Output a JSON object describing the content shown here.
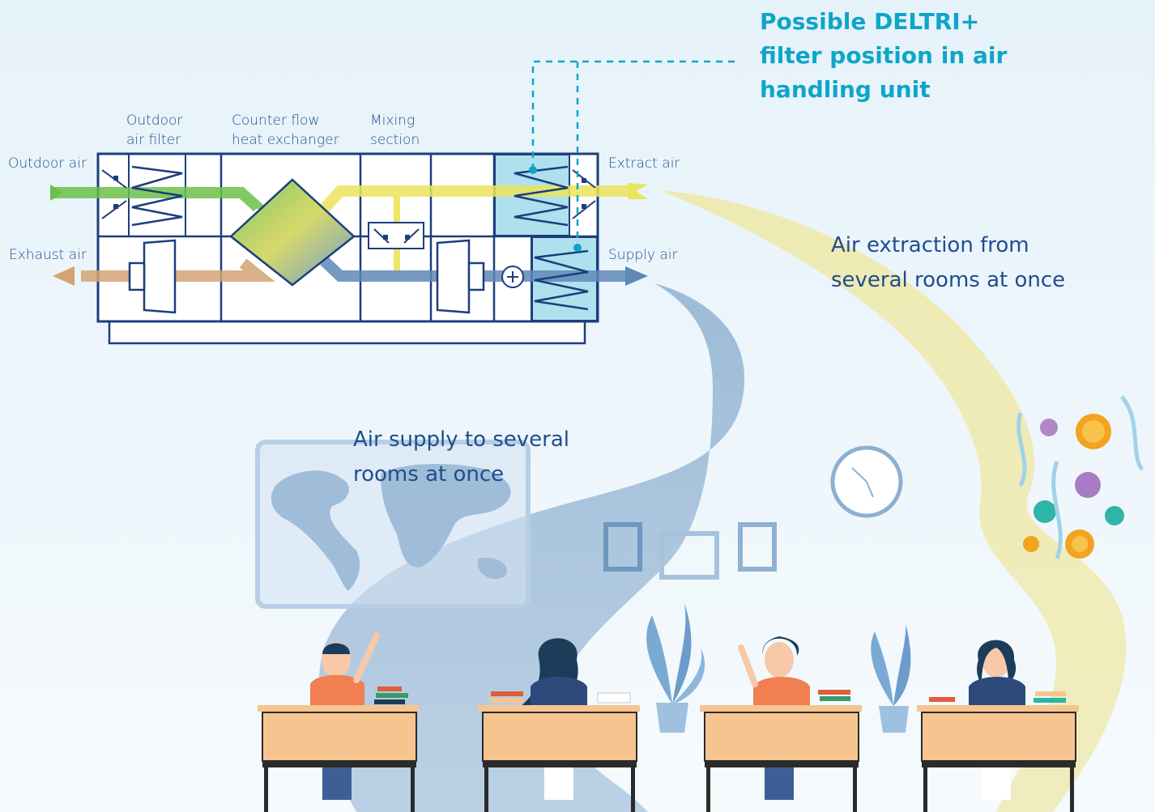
{
  "colors": {
    "background_top": "#e9f4fb",
    "background_bottom": "#f4f9fc",
    "unit_outline": "#1c3f7c",
    "outdoor_air": "#6cbf4b",
    "exhaust_air": "#d4a373",
    "extract_air": "#ebe35a",
    "supply_air": "#5f88b8",
    "filter_highlight": "#aee0ee",
    "callout": "#0ea5c9",
    "heading_text": "#1f4e8c",
    "supply_plume": "#9dbcd8",
    "extract_plume": "#efe9a8",
    "desk_top": "#f6c58f"
  },
  "ahu_labels": {
    "outdoor_air_filter": [
      "Outdoor",
      "air filter"
    ],
    "heat_exchanger": [
      "Counter flow",
      "heat exchanger"
    ],
    "mixing_section": [
      "Mixing",
      "section"
    ]
  },
  "airflows": {
    "outdoor_air": "Outdoor air",
    "exhaust_air": "Exhaust air",
    "extract_air": "Extract air",
    "supply_air": "Supply air"
  },
  "callout": {
    "lines": [
      "Possible DELTRI+",
      "filter position in air",
      "handling unit"
    ]
  },
  "extraction_text": [
    "Air extraction from",
    "several rooms at once"
  ],
  "supply_text": [
    "Air supply to several",
    "rooms at once"
  ],
  "icons": {
    "heat_exchanger": "heat-exchanger-icon",
    "fan": "fan-icon",
    "heating_coil": "heating-coil-plus-icon",
    "damper": "damper-icon",
    "filter": "bag-filter-icon",
    "clock": "wall-clock-icon",
    "world_map": "world-map-icon",
    "pathogens": "virus-particle-icon"
  }
}
